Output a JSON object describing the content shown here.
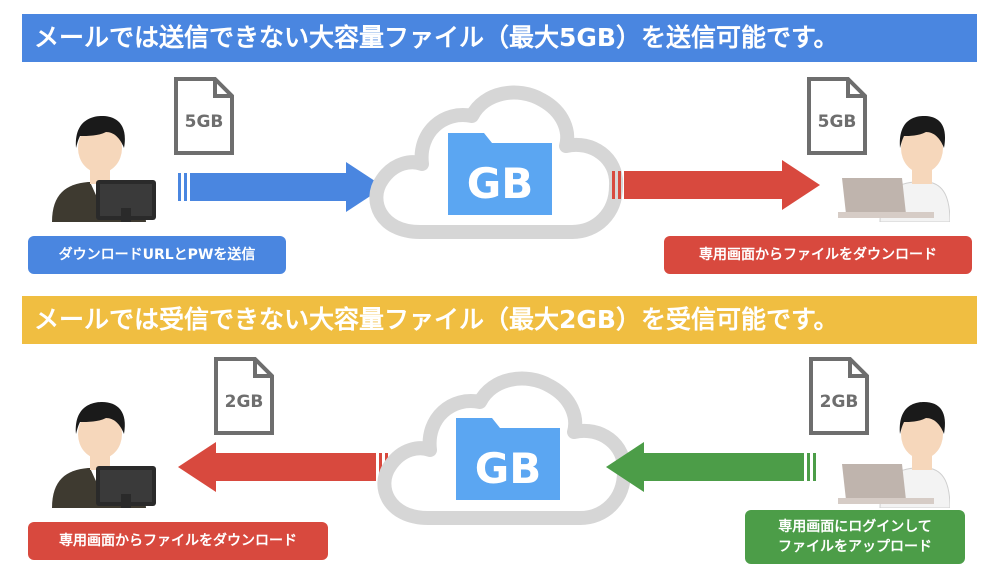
{
  "send_section": {
    "banner": "メールでは送信できない大容量ファイル（最大5GB）を送信可能です。",
    "left_label": "ダウンロードURLとPWを送信",
    "right_label": "専用画面からファイルをダウンロード",
    "left_file": "5GB",
    "right_file": "5GB",
    "folder": "GB"
  },
  "receive_section": {
    "banner": "メールでは受信できない大容量ファイル（最大2GB）を受信可能です。",
    "left_label": "専用画面からファイルをダウンロード",
    "right_label": "専用画面にログインして\nファイルをアップロード",
    "left_file": "2GB",
    "right_file": "2GB",
    "folder": "GB"
  },
  "colors": {
    "blue": "#4a86e0",
    "red": "#d8493e",
    "green": "#4c9d48",
    "yellow": "#f0be41",
    "folder": "#5ba6f2"
  }
}
